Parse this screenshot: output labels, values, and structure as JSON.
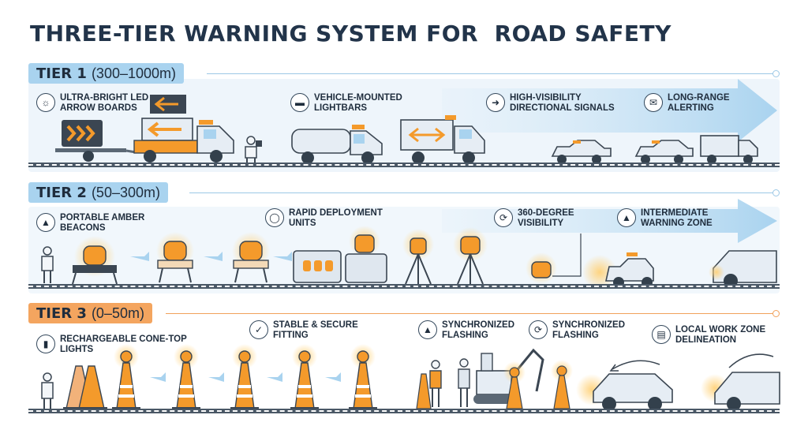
{
  "title": "THREE-TIER WARNING SYSTEM FOR  ROAD SAFETY",
  "tiers": [
    {
      "name": "TIER 1",
      "range": "(300–1000m)",
      "labels": [
        "ULTRA-BRIGHT LED ARROW BOARDS",
        "VEHICLE-MOUNTED LIGHTBARS",
        "HIGH-VISIBILITY DIRECTIONAL SIGNALS",
        "LONG-RANGE ALERTING"
      ]
    },
    {
      "name": "TIER 2",
      "range": "(50–300m)",
      "labels": [
        "PORTABLE AMBER BEACONS",
        "RAPID DEPLOYMENT UNITS",
        "360-DEGREE VISIBILITY",
        "INTERMEDIATE WARNING ZONE"
      ]
    },
    {
      "name": "TIER 3",
      "range": "(0–50m)",
      "labels": [
        "RECHARGEABLE CONE-TOP LIGHTS",
        "STABLE & SECURE FITTING",
        "SYNCHRONIZED FLASHING",
        "SYNCHRONIZED FLASHING",
        "LOCAL WORK ZONE DELINEATION"
      ]
    }
  ],
  "icons": [
    "lightbulb-icon",
    "lightbar-icon",
    "arrow-sign-icon",
    "megaphone-icon",
    "beacon-icon",
    "stopwatch-icon",
    "rotate-icon",
    "siren-icon",
    "battery-icon",
    "shield-icon",
    "flash-icon",
    "sync-icon",
    "barrier-icon"
  ],
  "colors": {
    "tier1": "#a9d3ef",
    "tier2": "#a9d3ef",
    "tier3": "#f4a55f",
    "amber": "#f49a2b",
    "road": "#4a5866",
    "title": "#22344a"
  }
}
